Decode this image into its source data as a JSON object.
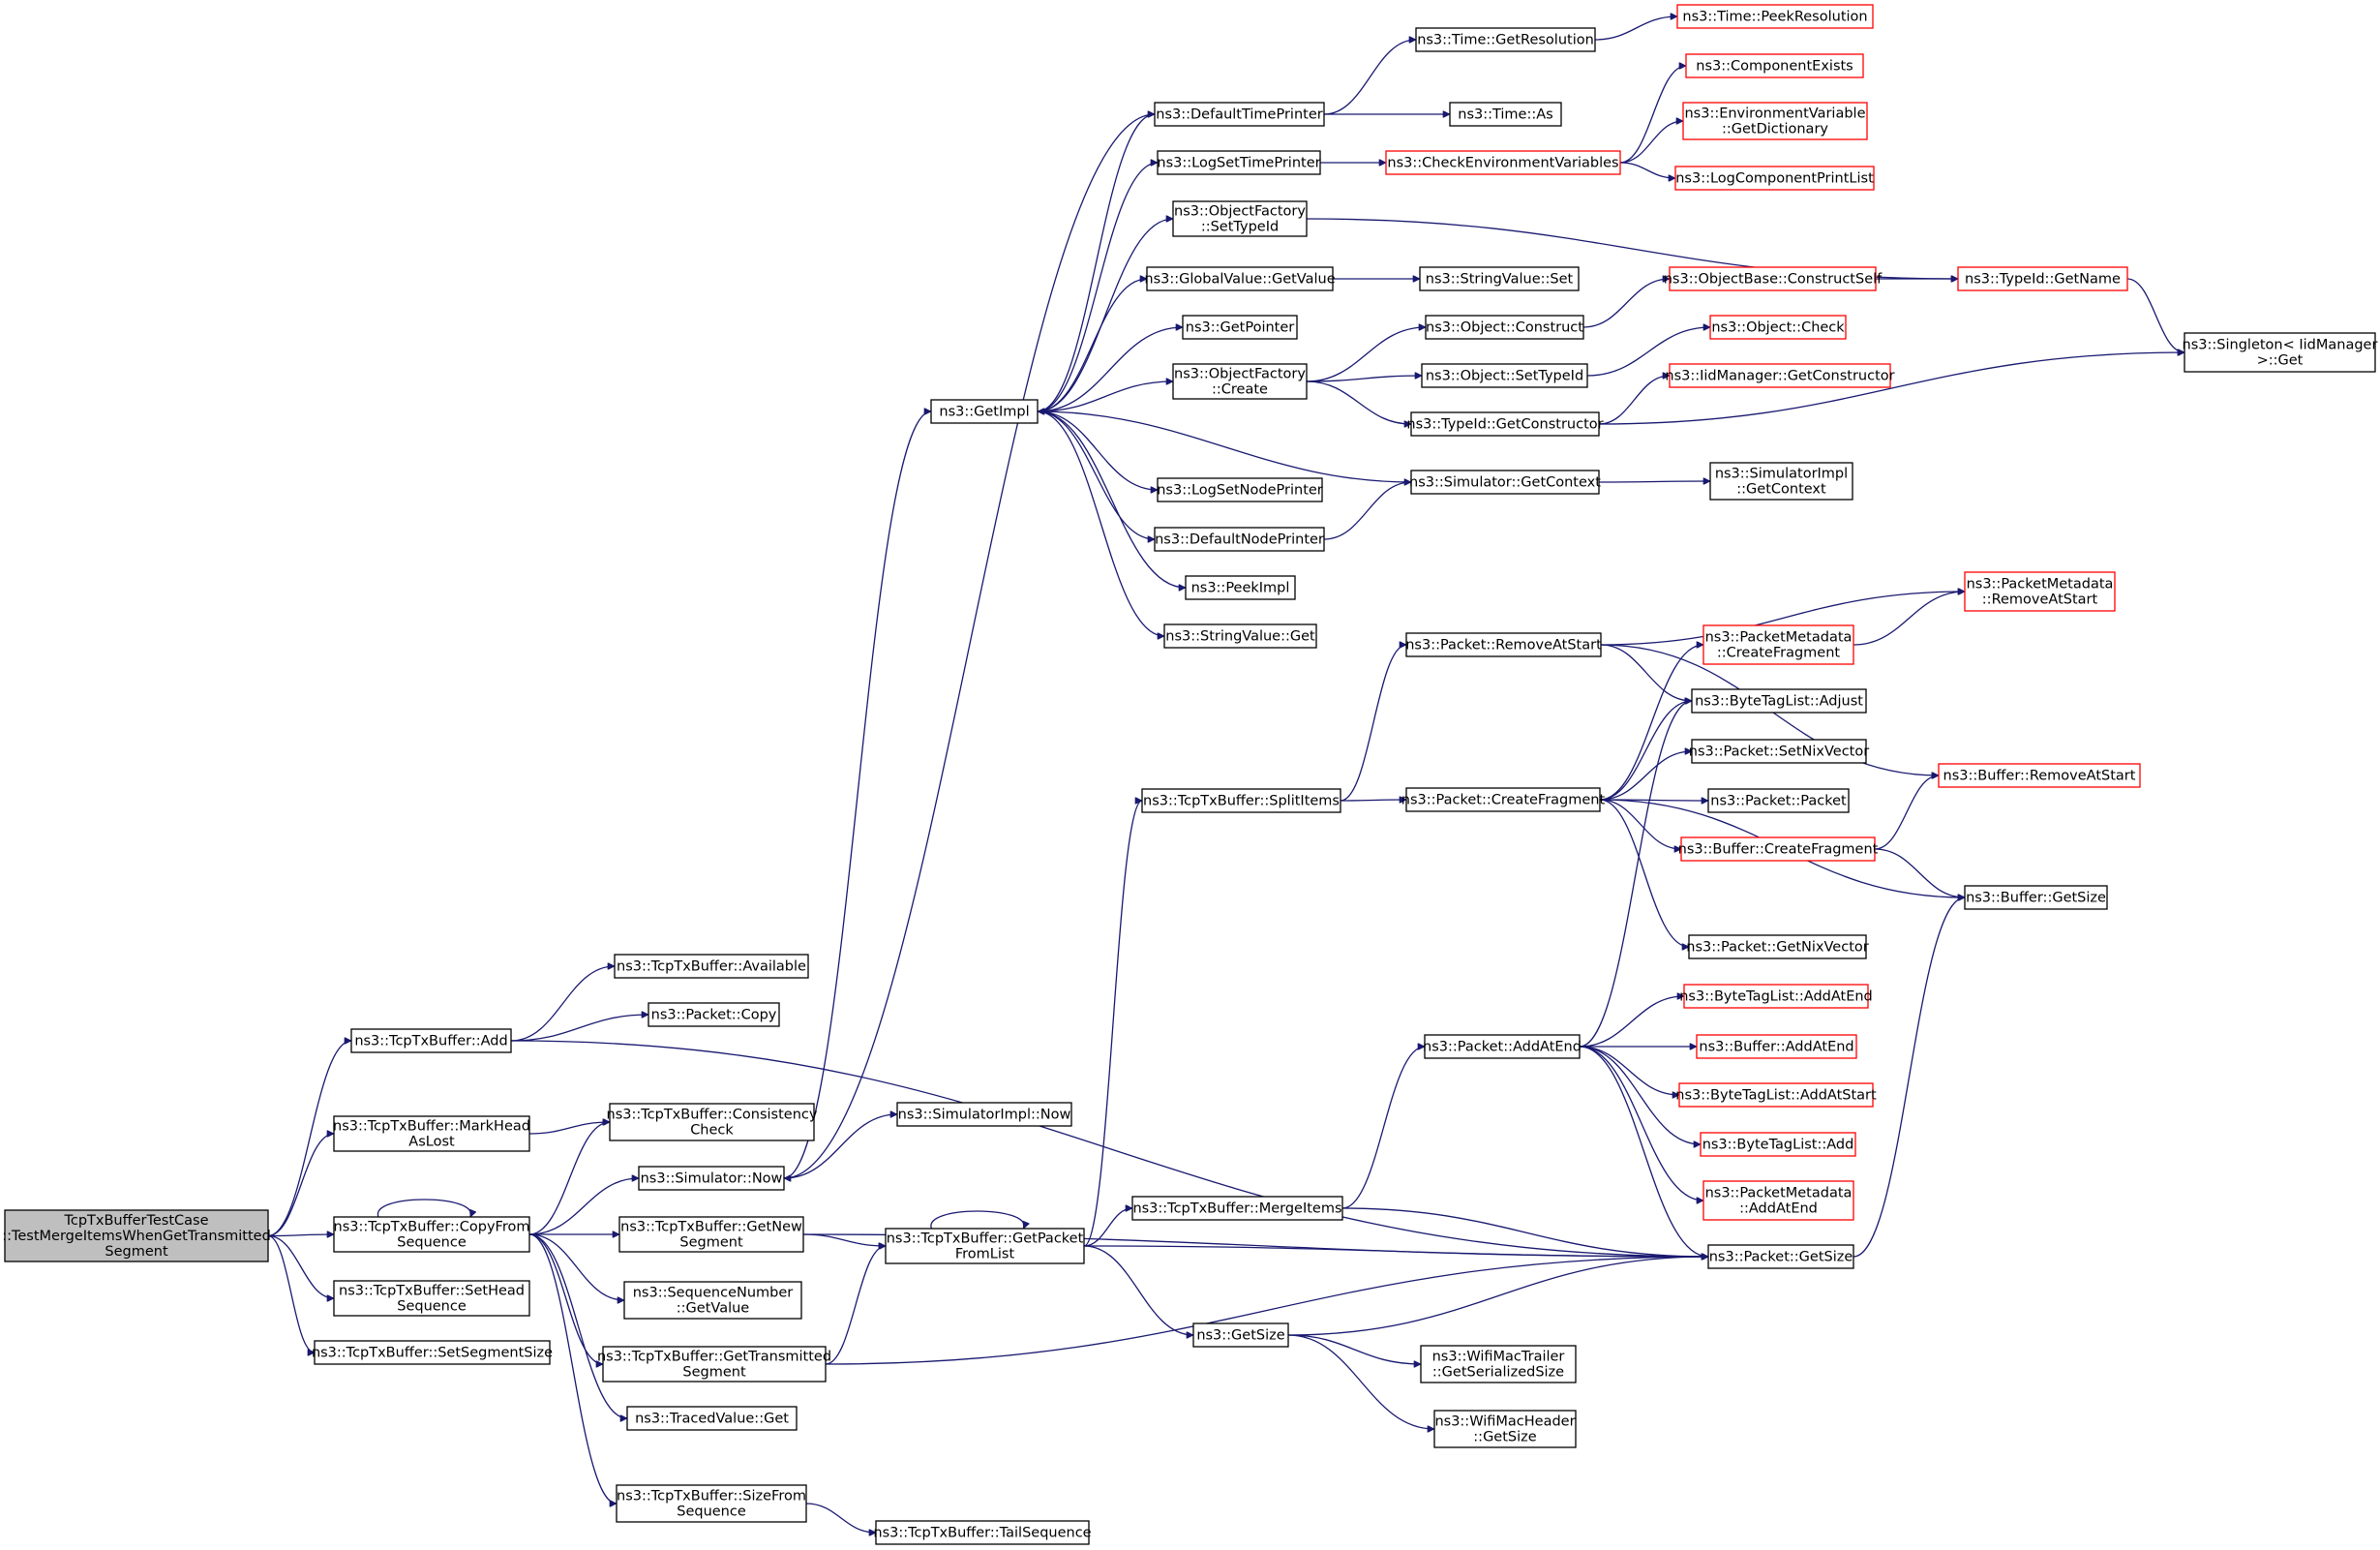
{
  "graph": {
    "colors": {
      "edge": "#191970",
      "node_border": "#000000",
      "node_border_external": "#ff0000",
      "root_fill": "#bfbfbf",
      "node_fill": "#ffffff"
    },
    "nodes": [
      {
        "id": "root",
        "lines": [
          "TcpTxBufferTestCase",
          "::TestMergeItemsWhenGetTransmitted",
          "Segment"
        ],
        "style": "root"
      },
      {
        "id": "add",
        "lines": [
          "ns3::TcpTxBuffer::Add"
        ],
        "style": "normal"
      },
      {
        "id": "markhead",
        "lines": [
          "ns3::TcpTxBuffer::MarkHead",
          "AsLost"
        ],
        "style": "normal"
      },
      {
        "id": "copyfrom",
        "lines": [
          "ns3::TcpTxBuffer::CopyFrom",
          "Sequence"
        ],
        "style": "normal"
      },
      {
        "id": "sethead",
        "lines": [
          "ns3::TcpTxBuffer::SetHead",
          "Sequence"
        ],
        "style": "normal"
      },
      {
        "id": "setsegsize",
        "lines": [
          "ns3::TcpTxBuffer::SetSegmentSize"
        ],
        "style": "normal"
      },
      {
        "id": "available",
        "lines": [
          "ns3::TcpTxBuffer::Available"
        ],
        "style": "normal"
      },
      {
        "id": "pktcopy",
        "lines": [
          "ns3::Packet::Copy"
        ],
        "style": "normal"
      },
      {
        "id": "consistency",
        "lines": [
          "ns3::TcpTxBuffer::Consistency",
          "Check"
        ],
        "style": "normal"
      },
      {
        "id": "simnow",
        "lines": [
          "ns3::Simulator::Now"
        ],
        "style": "normal"
      },
      {
        "id": "getnewseg",
        "lines": [
          "ns3::TcpTxBuffer::GetNew",
          "Segment"
        ],
        "style": "normal"
      },
      {
        "id": "seqnum",
        "lines": [
          "ns3::SequenceNumber",
          "::GetValue"
        ],
        "style": "normal"
      },
      {
        "id": "gettransseg",
        "lines": [
          "ns3::TcpTxBuffer::GetTransmitted",
          "Segment"
        ],
        "style": "normal"
      },
      {
        "id": "tracedget",
        "lines": [
          "ns3::TracedValue::Get"
        ],
        "style": "normal"
      },
      {
        "id": "sizefrom",
        "lines": [
          "ns3::TcpTxBuffer::SizeFrom",
          "Sequence"
        ],
        "style": "normal"
      },
      {
        "id": "tailseq",
        "lines": [
          "ns3::TcpTxBuffer::TailSequence"
        ],
        "style": "normal"
      },
      {
        "id": "simimplnow",
        "lines": [
          "ns3::SimulatorImpl::Now"
        ],
        "style": "normal"
      },
      {
        "id": "getimpl",
        "lines": [
          "ns3::GetImpl"
        ],
        "style": "normal"
      },
      {
        "id": "defaulttime",
        "lines": [
          "ns3::DefaultTimePrinter"
        ],
        "style": "normal"
      },
      {
        "id": "logsettime",
        "lines": [
          "ns3::LogSetTimePrinter"
        ],
        "style": "normal"
      },
      {
        "id": "objfactsettype",
        "lines": [
          "ns3::ObjectFactory",
          "::SetTypeId"
        ],
        "style": "normal"
      },
      {
        "id": "globalget",
        "lines": [
          "ns3::GlobalValue::GetValue"
        ],
        "style": "normal"
      },
      {
        "id": "getpointer",
        "lines": [
          "ns3::GetPointer"
        ],
        "style": "normal"
      },
      {
        "id": "objfactcreate",
        "lines": [
          "ns3::ObjectFactory",
          "::Create"
        ],
        "style": "normal"
      },
      {
        "id": "logsetnode",
        "lines": [
          "ns3::LogSetNodePrinter"
        ],
        "style": "normal"
      },
      {
        "id": "defaultnode",
        "lines": [
          "ns3::DefaultNodePrinter"
        ],
        "style": "normal"
      },
      {
        "id": "peekimpl",
        "lines": [
          "ns3::PeekImpl"
        ],
        "style": "normal"
      },
      {
        "id": "stringget",
        "lines": [
          "ns3::StringValue::Get"
        ],
        "style": "normal"
      },
      {
        "id": "timegetres",
        "lines": [
          "ns3::Time::GetResolution"
        ],
        "style": "normal"
      },
      {
        "id": "timeas",
        "lines": [
          "ns3::Time::As"
        ],
        "style": "normal"
      },
      {
        "id": "timepeekres",
        "lines": [
          "ns3::Time::PeekResolution"
        ],
        "style": "red"
      },
      {
        "id": "checkenv",
        "lines": [
          "ns3::CheckEnvironmentVariables"
        ],
        "style": "red"
      },
      {
        "id": "compexists",
        "lines": [
          "ns3::ComponentExists"
        ],
        "style": "red"
      },
      {
        "id": "envvardict",
        "lines": [
          "ns3::EnvironmentVariable",
          "::GetDictionary"
        ],
        "style": "red"
      },
      {
        "id": "logcomplist",
        "lines": [
          "ns3::LogComponentPrintList"
        ],
        "style": "red"
      },
      {
        "id": "stringset",
        "lines": [
          "ns3::StringValue::Set"
        ],
        "style": "normal"
      },
      {
        "id": "objconstruct",
        "lines": [
          "ns3::Object::Construct"
        ],
        "style": "normal"
      },
      {
        "id": "objsettype",
        "lines": [
          "ns3::Object::SetTypeId"
        ],
        "style": "normal"
      },
      {
        "id": "typeidgetctor",
        "lines": [
          "ns3::TypeId::GetConstructor"
        ],
        "style": "normal"
      },
      {
        "id": "simgetctx",
        "lines": [
          "ns3::Simulator::GetContext"
        ],
        "style": "normal"
      },
      {
        "id": "objbasecons",
        "lines": [
          "ns3::ObjectBase::ConstructSelf"
        ],
        "style": "red"
      },
      {
        "id": "objcheck",
        "lines": [
          "ns3::Object::Check"
        ],
        "style": "red"
      },
      {
        "id": "iidgetctor",
        "lines": [
          "ns3::IidManager::GetConstructor"
        ],
        "style": "red"
      },
      {
        "id": "simimplctx",
        "lines": [
          "ns3::SimulatorImpl",
          "::GetContext"
        ],
        "style": "normal"
      },
      {
        "id": "typeidgetname",
        "lines": [
          "ns3::TypeId::GetName"
        ],
        "style": "red"
      },
      {
        "id": "singleton",
        "lines": [
          "ns3::Singleton< IidManager",
          ">::Get"
        ],
        "style": "normal"
      },
      {
        "id": "splititems",
        "lines": [
          "ns3::TcpTxBuffer::SplitItems"
        ],
        "style": "normal"
      },
      {
        "id": "getpacketfrom",
        "lines": [
          "ns3::TcpTxBuffer::GetPacket",
          "FromList"
        ],
        "style": "normal"
      },
      {
        "id": "mergeitems",
        "lines": [
          "ns3::TcpTxBuffer::MergeItems"
        ],
        "style": "normal"
      },
      {
        "id": "getsize",
        "lines": [
          "ns3::GetSize"
        ],
        "style": "normal"
      },
      {
        "id": "wifitrailer",
        "lines": [
          "ns3::WifiMacTrailer",
          "::GetSerializedSize"
        ],
        "style": "normal"
      },
      {
        "id": "wifiheader",
        "lines": [
          "ns3::WifiMacHeader",
          "::GetSize"
        ],
        "style": "normal"
      },
      {
        "id": "pktremoveatstart",
        "lines": [
          "ns3::Packet::RemoveAtStart"
        ],
        "style": "normal"
      },
      {
        "id": "pktcreatefrag",
        "lines": [
          "ns3::Packet::CreateFragment"
        ],
        "style": "normal"
      },
      {
        "id": "pktaddatend",
        "lines": [
          "ns3::Packet::AddAtEnd"
        ],
        "style": "normal"
      },
      {
        "id": "pktgetsize",
        "lines": [
          "ns3::Packet::GetSize"
        ],
        "style": "normal"
      },
      {
        "id": "pmremoveatstart",
        "lines": [
          "ns3::PacketMetadata",
          "::RemoveAtStart"
        ],
        "style": "red"
      },
      {
        "id": "pmcreatefrag",
        "lines": [
          "ns3::PacketMetadata",
          "::CreateFragment"
        ],
        "style": "red"
      },
      {
        "id": "btladjust",
        "lines": [
          "ns3::ByteTagList::Adjust"
        ],
        "style": "normal"
      },
      {
        "id": "pktsetnix",
        "lines": [
          "ns3::Packet::SetNixVector"
        ],
        "style": "normal"
      },
      {
        "id": "pktpacket",
        "lines": [
          "ns3::Packet::Packet"
        ],
        "style": "normal"
      },
      {
        "id": "bufcreatefrag",
        "lines": [
          "ns3::Buffer::CreateFragment"
        ],
        "style": "red"
      },
      {
        "id": "pktgetnix",
        "lines": [
          "ns3::Packet::GetNixVector"
        ],
        "style": "normal"
      },
      {
        "id": "bufremoveatstart",
        "lines": [
          "ns3::Buffer::RemoveAtStart"
        ],
        "style": "red"
      },
      {
        "id": "bufgetsize",
        "lines": [
          "ns3::Buffer::GetSize"
        ],
        "style": "normal"
      },
      {
        "id": "btladdatend",
        "lines": [
          "ns3::ByteTagList::AddAtEnd"
        ],
        "style": "red"
      },
      {
        "id": "bufaddatend",
        "lines": [
          "ns3::Buffer::AddAtEnd"
        ],
        "style": "red"
      },
      {
        "id": "btladdatstart",
        "lines": [
          "ns3::ByteTagList::AddAtStart"
        ],
        "style": "red"
      },
      {
        "id": "btladd",
        "lines": [
          "ns3::ByteTagList::Add"
        ],
        "style": "red"
      },
      {
        "id": "pmaddatend",
        "lines": [
          "ns3::PacketMetadata",
          "::AddAtEnd"
        ],
        "style": "red"
      }
    ],
    "edges": [
      [
        "root",
        "add"
      ],
      [
        "root",
        "markhead"
      ],
      [
        "root",
        "copyfrom"
      ],
      [
        "root",
        "sethead"
      ],
      [
        "root",
        "setsegsize"
      ],
      [
        "add",
        "available"
      ],
      [
        "add",
        "pktcopy"
      ],
      [
        "add",
        "pktgetsize"
      ],
      [
        "markhead",
        "consistency"
      ],
      [
        "copyfrom",
        "copyfrom"
      ],
      [
        "copyfrom",
        "consistency"
      ],
      [
        "copyfrom",
        "simnow"
      ],
      [
        "copyfrom",
        "getnewseg"
      ],
      [
        "copyfrom",
        "seqnum"
      ],
      [
        "copyfrom",
        "gettransseg"
      ],
      [
        "copyfrom",
        "tracedget"
      ],
      [
        "copyfrom",
        "sizefrom"
      ],
      [
        "simnow",
        "simimplnow"
      ],
      [
        "simnow",
        "getimpl"
      ],
      [
        "getnewseg",
        "getpacketfrom"
      ],
      [
        "getnewseg",
        "pktgetsize"
      ],
      [
        "gettransseg",
        "getpacketfrom"
      ],
      [
        "gettransseg",
        "pktgetsize"
      ],
      [
        "sizefrom",
        "tailseq"
      ],
      [
        "getimpl",
        "defaulttime"
      ],
      [
        "getimpl",
        "logsettime"
      ],
      [
        "getimpl",
        "objfactsettype"
      ],
      [
        "getimpl",
        "globalget"
      ],
      [
        "getimpl",
        "getpointer"
      ],
      [
        "getimpl",
        "objfactcreate"
      ],
      [
        "getimpl",
        "logsetnode"
      ],
      [
        "getimpl",
        "defaultnode"
      ],
      [
        "getimpl",
        "peekimpl"
      ],
      [
        "getimpl",
        "stringget"
      ],
      [
        "defaulttime",
        "simnow"
      ],
      [
        "defaulttime",
        "timegetres"
      ],
      [
        "defaulttime",
        "timeas"
      ],
      [
        "timegetres",
        "timepeekres"
      ],
      [
        "logsettime",
        "checkenv"
      ],
      [
        "checkenv",
        "compexists"
      ],
      [
        "checkenv",
        "envvardict"
      ],
      [
        "checkenv",
        "logcomplist"
      ],
      [
        "objfactsettype",
        "typeidgetname"
      ],
      [
        "globalget",
        "stringset"
      ],
      [
        "objfactcreate",
        "objconstruct"
      ],
      [
        "objfactcreate",
        "objsettype"
      ],
      [
        "objfactcreate",
        "typeidgetctor"
      ],
      [
        "objconstruct",
        "objbasecons"
      ],
      [
        "objsettype",
        "objcheck"
      ],
      [
        "typeidgetctor",
        "iidgetctor"
      ],
      [
        "typeidgetctor",
        "singleton"
      ],
      [
        "objbasecons",
        "typeidgetname"
      ],
      [
        "typeidgetname",
        "singleton"
      ],
      [
        "defaultnode",
        "simgetctx"
      ],
      [
        "simgetctx",
        "getimpl"
      ],
      [
        "simgetctx",
        "simimplctx"
      ],
      [
        "getpacketfrom",
        "getpacketfrom"
      ],
      [
        "getpacketfrom",
        "splititems"
      ],
      [
        "getpacketfrom",
        "mergeitems"
      ],
      [
        "getpacketfrom",
        "getsize"
      ],
      [
        "getpacketfrom",
        "pktgetsize"
      ],
      [
        "splititems",
        "pktremoveatstart"
      ],
      [
        "splititems",
        "pktcreatefrag"
      ],
      [
        "mergeitems",
        "pktaddatend"
      ],
      [
        "mergeitems",
        "pktgetsize"
      ],
      [
        "getsize",
        "pktgetsize"
      ],
      [
        "getsize",
        "wifitrailer"
      ],
      [
        "getsize",
        "wifiheader"
      ],
      [
        "pktremoveatstart",
        "pmremoveatstart"
      ],
      [
        "pktremoveatstart",
        "btladjust"
      ],
      [
        "pktremoveatstart",
        "bufremoveatstart"
      ],
      [
        "pktcreatefrag",
        "pmcreatefrag"
      ],
      [
        "pktcreatefrag",
        "btladjust"
      ],
      [
        "pktcreatefrag",
        "pktsetnix"
      ],
      [
        "pktcreatefrag",
        "pktpacket"
      ],
      [
        "pktcreatefrag",
        "bufcreatefrag"
      ],
      [
        "pktcreatefrag",
        "pktgetnix"
      ],
      [
        "pktcreatefrag",
        "bufgetsize"
      ],
      [
        "pmcreatefrag",
        "pmremoveatstart"
      ],
      [
        "bufcreatefrag",
        "bufremoveatstart"
      ],
      [
        "bufcreatefrag",
        "bufgetsize"
      ],
      [
        "pktaddatend",
        "btladjust"
      ],
      [
        "pktaddatend",
        "btladdatend"
      ],
      [
        "pktaddatend",
        "bufaddatend"
      ],
      [
        "pktaddatend",
        "btladdatstart"
      ],
      [
        "pktaddatend",
        "btladd"
      ],
      [
        "pktaddatend",
        "pmaddatend"
      ],
      [
        "pktaddatend",
        "pktgetsize"
      ],
      [
        "pktgetsize",
        "bufgetsize"
      ]
    ]
  }
}
